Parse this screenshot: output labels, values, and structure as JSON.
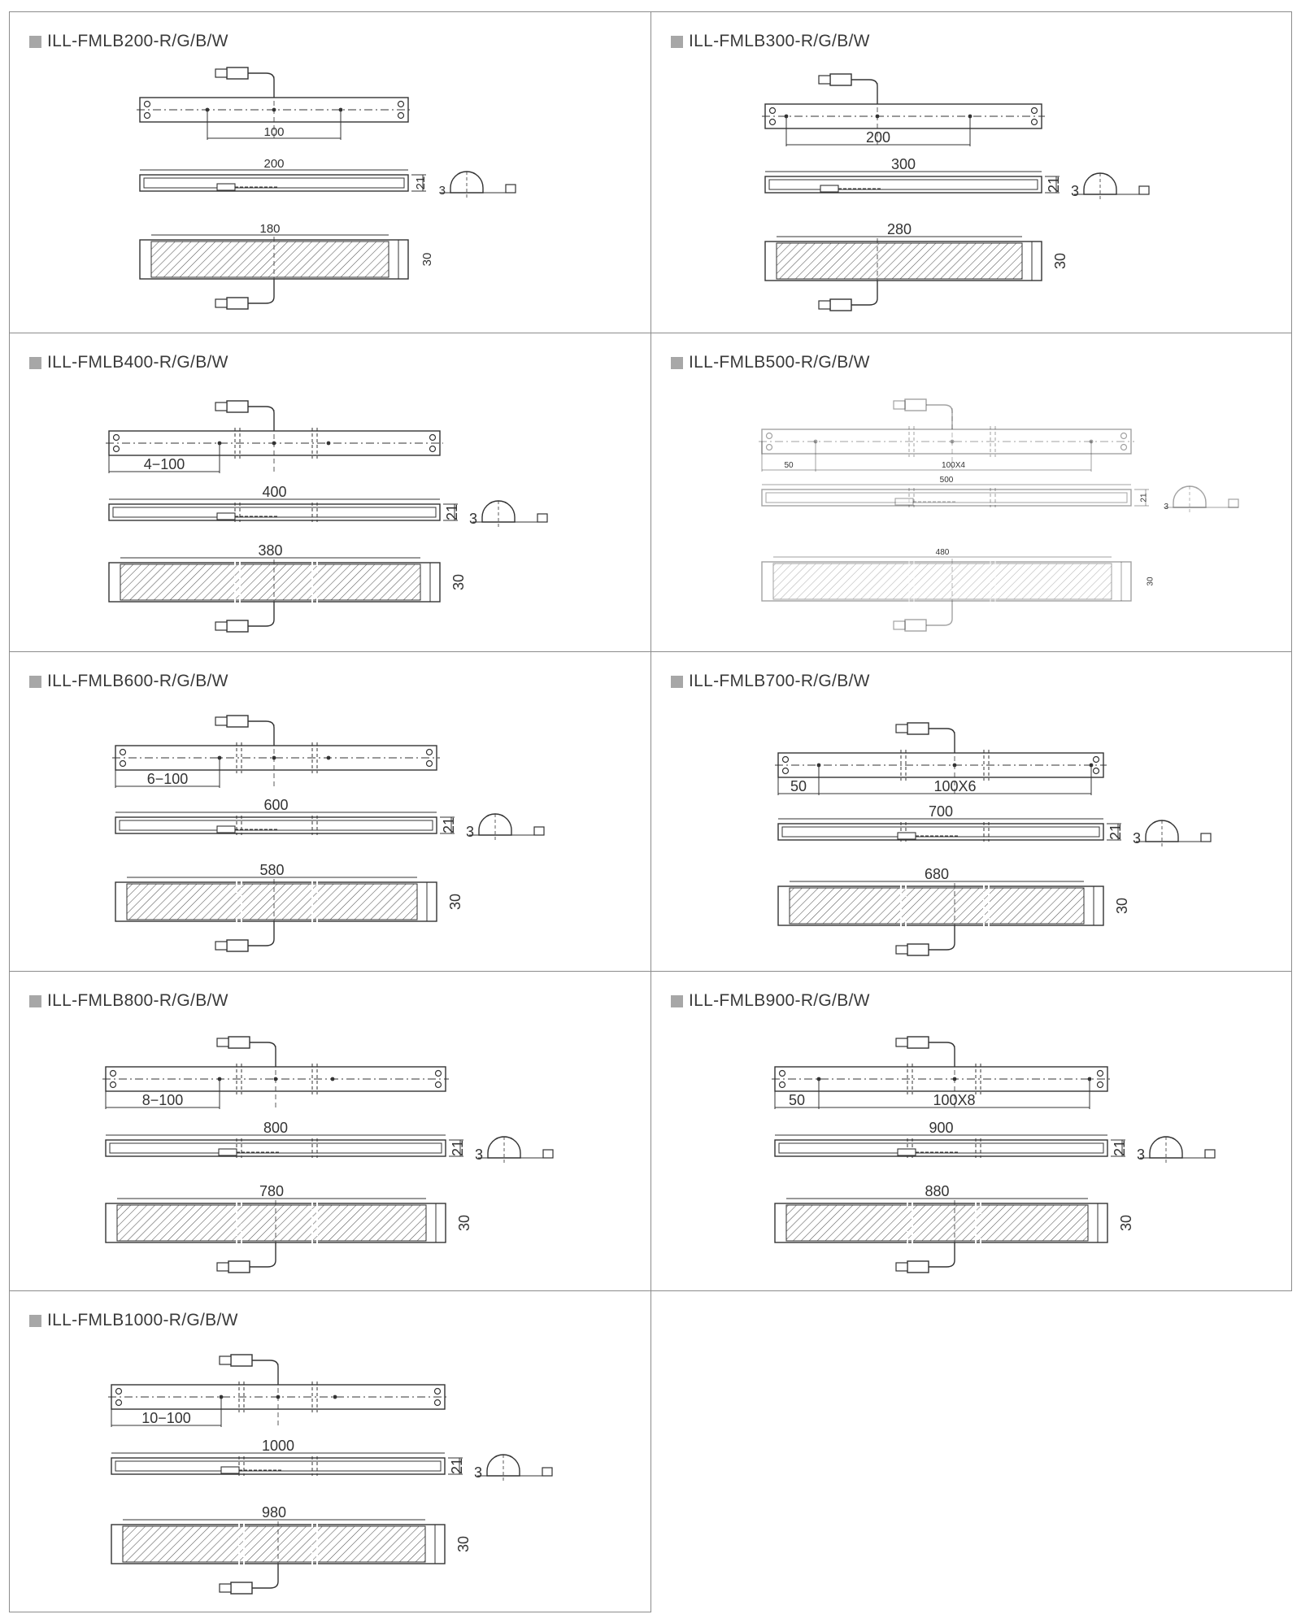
{
  "colors": {
    "border": "#8c8c8c",
    "line": "#333333",
    "hatch": "#555555",
    "title_square": "#a7a7a7"
  },
  "title_icon": "gray-square-icon",
  "cells": [
    {
      "title": "ILL-FMLB200-R/G/B/W",
      "hole_dim": "100",
      "length": "200",
      "window": "180",
      "height": "21",
      "offset": "3",
      "width": "30"
    },
    {
      "title": "ILL-FMLB300-R/G/B/W",
      "hole_dim": "200",
      "length": "300",
      "window": "280",
      "height": "21",
      "offset": "3",
      "width": "30"
    },
    {
      "title": "ILL-FMLB400-R/G/B/W",
      "hole_dim": "4−100",
      "length": "400",
      "window": "380",
      "height": "21",
      "offset": "3",
      "width": "30"
    },
    {
      "title": "ILL-FMLB500-R/G/B/W",
      "hole_dim_a": "50",
      "hole_dim": "100X4",
      "length": "500",
      "window": "480",
      "height": "21",
      "offset": "3",
      "width": "30"
    },
    {
      "title": "ILL-FMLB600-R/G/B/W",
      "hole_dim": "6−100",
      "length": "600",
      "window": "580",
      "height": "21",
      "offset": "3",
      "width": "30"
    },
    {
      "title": "ILL-FMLB700-R/G/B/W",
      "hole_dim_a": "50",
      "hole_dim": "100X6",
      "length": "700",
      "window": "680",
      "height": "21",
      "offset": "3",
      "width": "30"
    },
    {
      "title": "ILL-FMLB800-R/G/B/W",
      "hole_dim": "8−100",
      "length": "800",
      "window": "780",
      "height": "21",
      "offset": "3",
      "width": "30"
    },
    {
      "title": "ILL-FMLB900-R/G/B/W",
      "hole_dim_a": "50",
      "hole_dim": "100X8",
      "length": "900",
      "window": "880",
      "height": "21",
      "offset": "3",
      "width": "30"
    },
    {
      "title": "ILL-FMLB1000-R/G/B/W",
      "hole_dim": "10−100",
      "length": "1000",
      "window": "980",
      "height": "21",
      "offset": "3",
      "width": "30"
    }
  ]
}
